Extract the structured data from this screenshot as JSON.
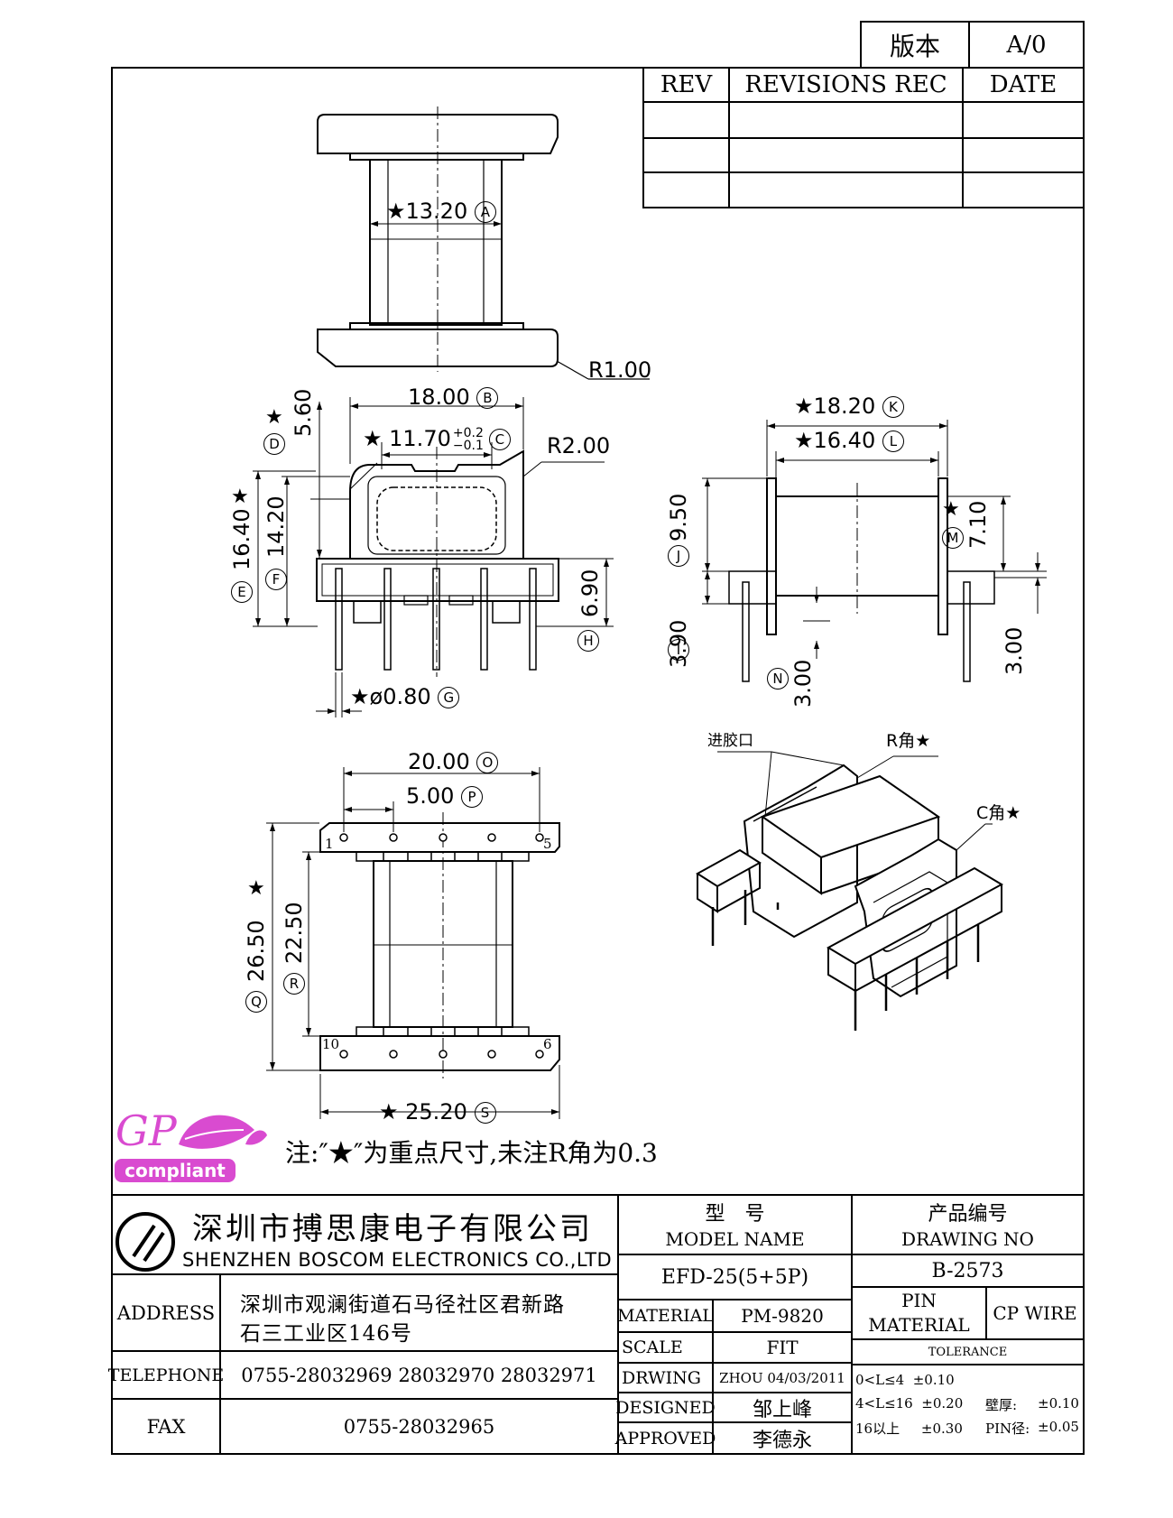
{
  "revision_block": {
    "version_label": "版本",
    "version_value": "A/0",
    "headers": [
      "REV",
      "REVISIONS REC",
      "DATE"
    ]
  },
  "dims": {
    "A": {
      "text": "★13.20",
      "circle": "A"
    },
    "r1": {
      "text": "R1.00"
    },
    "B": {
      "text": "18.00",
      "circle": "B"
    },
    "C": {
      "prefix": "★ 11.70",
      "tol_plus": "+0.2",
      "tol_minus": "−0.1",
      "circle": "C"
    },
    "r2": {
      "text": "R2.00"
    },
    "D": {
      "star": "★",
      "text": "5.60",
      "circle": "D"
    },
    "E": {
      "star": "★",
      "text": "16.40",
      "circle": "E"
    },
    "F": {
      "text": "14.20",
      "circle": "F"
    },
    "H": {
      "text": "6.90",
      "circle": "H"
    },
    "G": {
      "text": "★ø0.80",
      "circle": "G"
    },
    "K": {
      "text": "★18.20",
      "circle": "K"
    },
    "L": {
      "text": "★16.40",
      "circle": "L"
    },
    "J": {
      "text": "9.50",
      "circle": "J"
    },
    "M": {
      "star": "★",
      "text": "7.10",
      "circle": "M"
    },
    "I": {
      "text": "3.90",
      "circle": "I"
    },
    "N": {
      "text": "3.00",
      "circle": "N"
    },
    "pin_right": {
      "text": "3.00"
    },
    "O": {
      "text": "20.00",
      "circle": "O"
    },
    "P": {
      "text": "5.00",
      "circle": "P"
    },
    "Q": {
      "star": "★",
      "text": "26.50",
      "circle": "Q"
    },
    "R": {
      "text": "22.50",
      "circle": "R"
    },
    "S": {
      "text": "★ 25.20",
      "circle": "S"
    },
    "pin_labels": {
      "p1": "1",
      "p5": "5",
      "p10": "10",
      "p6": "6"
    }
  },
  "iso": {
    "gate_label": "进胶口",
    "r_corner": "R角★",
    "c_corner": "C角★"
  },
  "note": "注:″★″为重点尺寸,未注R角为0.3",
  "logo": {
    "gp": "GP",
    "compliant": "compliant"
  },
  "company": {
    "name_cn": "深圳市搏思康电子有限公司",
    "name_en": "SHENZHEN BOSCOM ELECTRONICS CO.,LTD"
  },
  "title_block": {
    "model_label_cn": "型　号",
    "model_label_en": "MODEL NAME",
    "drawing_label_cn": "产品编号",
    "drawing_label_en": "DRAWING NO",
    "model_value": "EFD-25(5+5P)",
    "drawing_value": "B-2573",
    "address_label": "ADDRESS",
    "address_line1": "深圳市观澜街道石马径社区君新路",
    "address_line2": "石三工业区146号",
    "telephone_label": "TELEPHONE",
    "telephone_value": "0755-28032969 28032970 28032971",
    "fax_label": "FAX",
    "fax_value": "0755-28032965",
    "material_label": "MATERIAL",
    "material_value": "PM-9820",
    "scale_label": "SCALE",
    "scale_value": "FIT",
    "drawing_by_label": "DRWING",
    "drawing_by_value": "ZHOU 04/03/2011",
    "designed_label": "DESIGNED",
    "designed_value": "邹上峰",
    "approved_label": "APPROVED",
    "approved_value": "李德永",
    "pin_material_label_1": "PIN",
    "pin_material_label_2": "MATERIAL",
    "pin_material_value": "CP WIRE",
    "tolerance_label": "TOLERANCE",
    "tol_row1": "0<L≤4  ±0.10",
    "tol_row2": "4<L≤16  ±0.20",
    "tol_row3": "16以上     ±0.30",
    "wall_label": "壁厚:",
    "wall_value": "±0.10",
    "pin_dia_label": "PIN径:",
    "pin_dia_value": "±0.05"
  },
  "colors": {
    "line": "#000000",
    "logo_magenta": "#d94bd0",
    "background": "#ffffff"
  }
}
